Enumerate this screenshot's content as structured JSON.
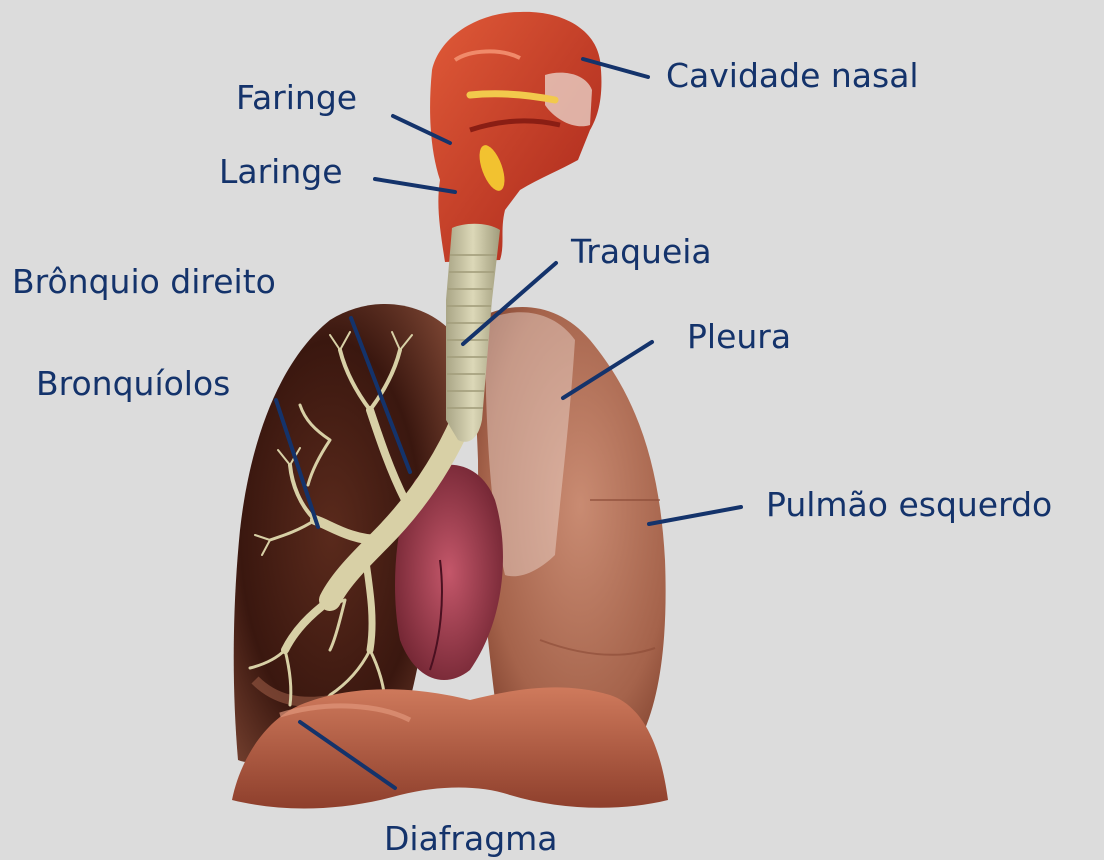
{
  "labels": {
    "cavidade_nasal": "Cavidade nasal",
    "faringe": "Faringe",
    "laringe": "Laringe",
    "traqueia": "Traqueia",
    "bronquio_direito": "Brônquio direito",
    "pleura": "Pleura",
    "bronquiolos": "Bronquíolos",
    "pulmao_esquerdo": "Pulmão esquerdo",
    "diafragma": "Diafragma"
  },
  "colors": {
    "background": "#dcdcdc",
    "label_text": "#14336b",
    "leader_line": "#14336b",
    "lung": "#b8725a",
    "lung_dark": "#3a1a12",
    "trachea": "#c9c5a4",
    "bronchi": "#d8d0a6",
    "nasal_tissue": "#cc3b22",
    "heart": "#a8404a",
    "diaphragm": "#b0583e"
  }
}
